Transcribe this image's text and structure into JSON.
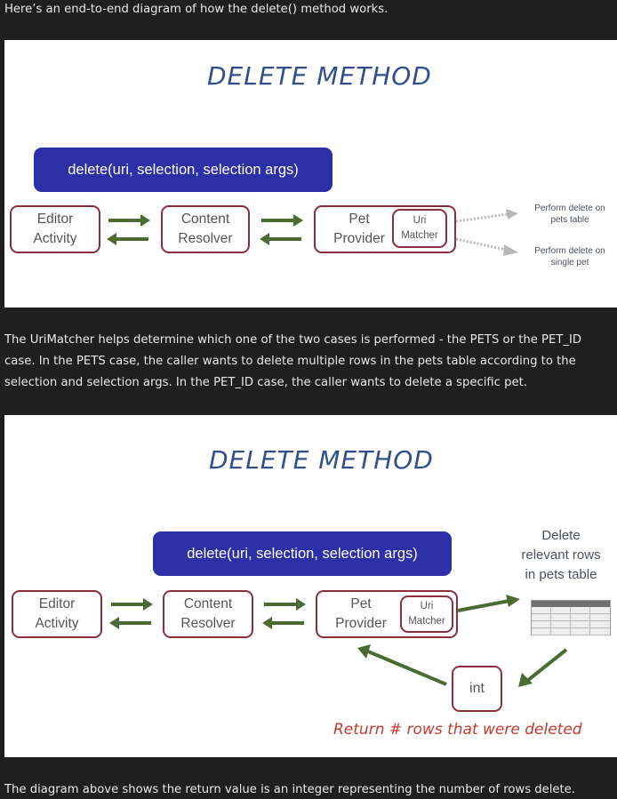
{
  "intro": "Here’s an end-to-end diagram of how the delete() method works.",
  "figure1": {
    "title": "DELETE METHOD",
    "call": "delete(uri, selection, selection args)",
    "editor": [
      "Editor",
      "Activity"
    ],
    "resolver": [
      "Content",
      "Resolver"
    ],
    "provider": [
      "Pet",
      "Provider"
    ],
    "matcher": [
      "Uri",
      "Matcher"
    ],
    "case1": [
      "Perform delete on",
      "pets table"
    ],
    "case2": [
      "Perform delete on",
      "single pet"
    ]
  },
  "explanation": [
    "The UriMatcher helps determine which one of the two cases is performed - the PETS or the PET_ID",
    "case. In the PETS case, the caller wants to delete multiple rows in the pets table according to the",
    "selection and selection args. In the PET_ID case, the caller wants to delete a specific pet."
  ],
  "figure2": {
    "title": "DELETE METHOD",
    "call": "delete(uri, selection, selection args)",
    "editor": [
      "Editor",
      "Activity"
    ],
    "resolver": [
      "Content",
      "Resolver"
    ],
    "provider": [
      "Pet",
      "Provider"
    ],
    "matcher": [
      "Uri",
      "Matcher"
    ],
    "delete_label": [
      "Delete",
      "relevant rows",
      "in pets table"
    ],
    "return_value": "int",
    "return_caption": "Return # rows that were deleted"
  },
  "conclusion": "The diagram above shows the return value is an integer representing the number of rows delete.",
  "colors": {
    "page_bg": "#1f1f1f",
    "pill": "#2d2fa6",
    "box_border": "#8a2e3b",
    "arrow_green": "#4b6b33",
    "title_blue": "#2f4f8f",
    "caption_red": "#c13a2e"
  }
}
